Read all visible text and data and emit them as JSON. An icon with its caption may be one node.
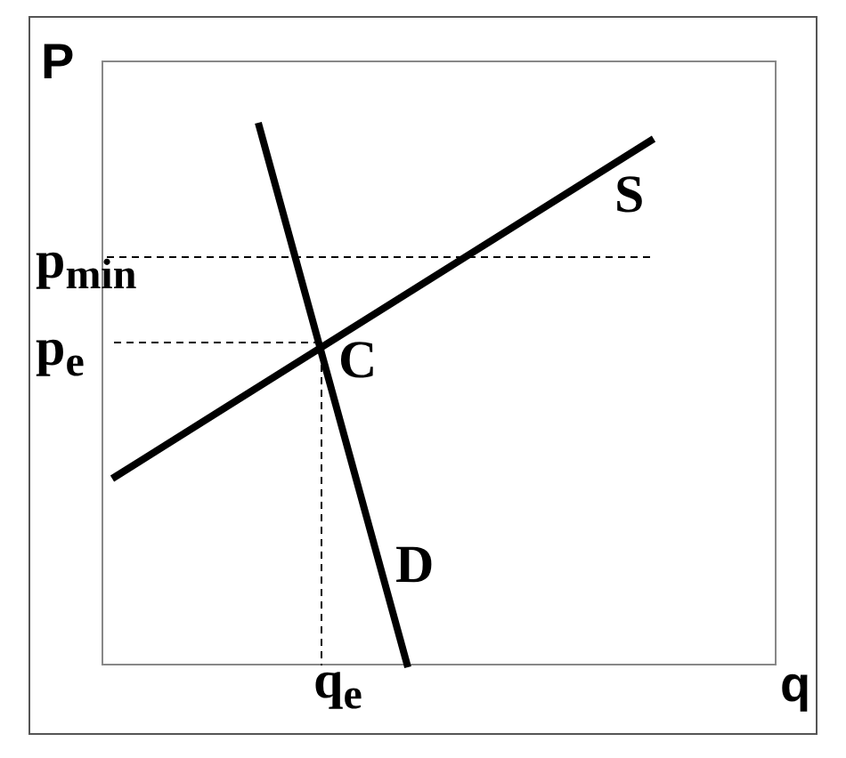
{
  "diagram": {
    "labels": [
      "P",
      "S",
      "p$_{min}$",
      "p$_{e}$",
      "C",
      "D",
      "q$_{e}$",
      "q"
    ]
  }
}
